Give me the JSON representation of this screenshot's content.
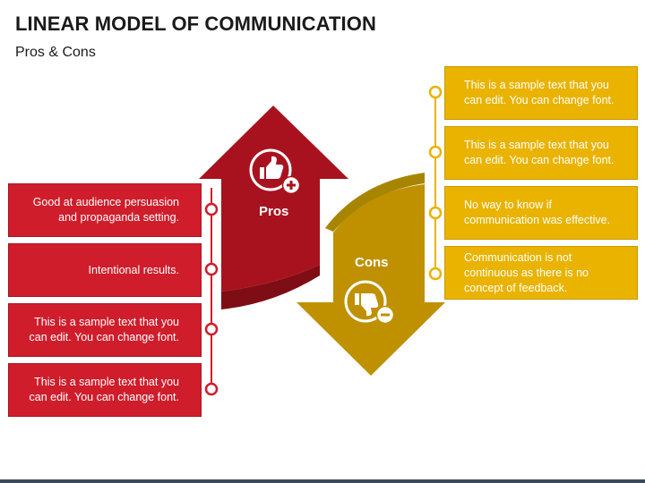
{
  "title": "LINEAR MODEL OF COMMUNICATION",
  "subtitle": "Pros & Cons",
  "pros": {
    "label": "Pros",
    "icon": "thumbs-up-plus-icon",
    "color": "#cf1d2b",
    "items": [
      "Good at audience persuasion and propaganda setting.",
      "Intentional results.",
      "This is a sample text that you can edit. You can change font.",
      "This is a sample text that you can edit. You can change font."
    ]
  },
  "cons": {
    "label": "Cons",
    "icon": "thumbs-down-minus-icon",
    "color": "#e9b300",
    "items": [
      "This is a sample text that you can edit. You can change font.",
      "This is a sample text that you can edit. You can change font.",
      "No way to know if communication was effective.",
      "Communication is not continuous as there is no concept of feedback."
    ]
  }
}
